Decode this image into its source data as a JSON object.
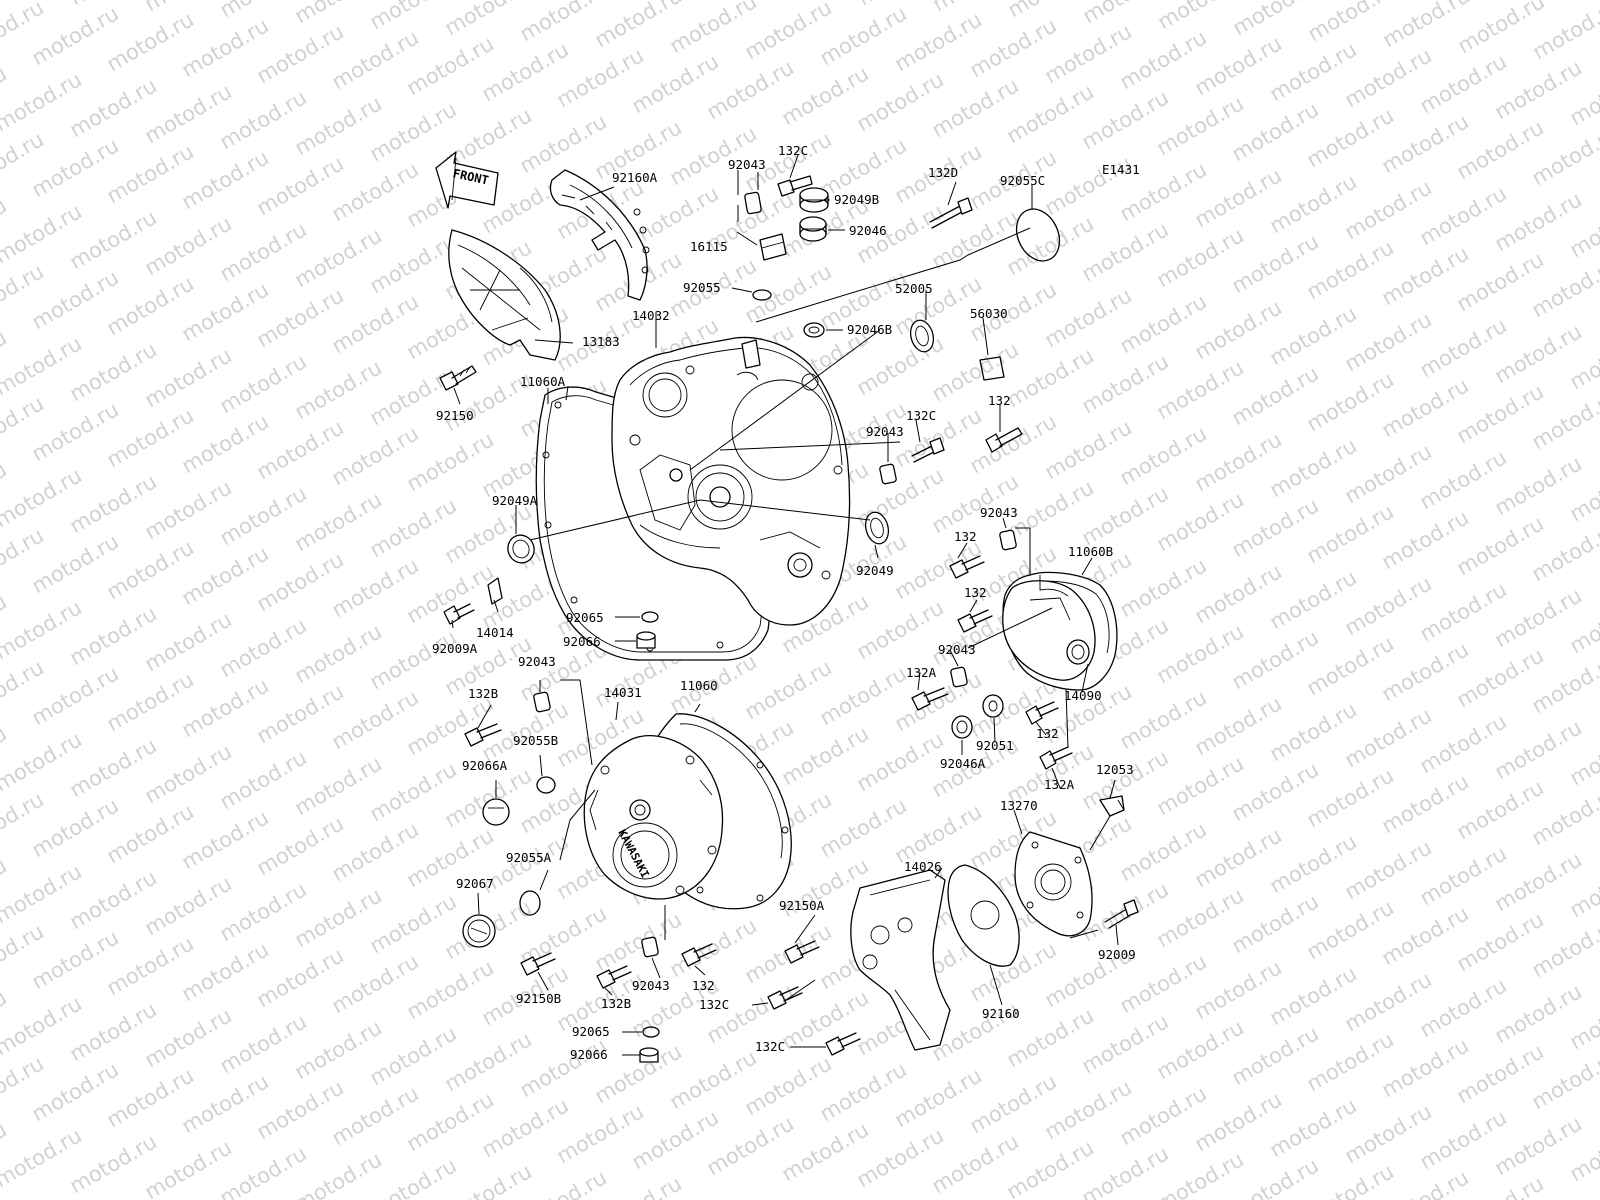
{
  "diagram": {
    "code": "E1431",
    "front_label": "FRONT",
    "watermark": "motod.ru"
  },
  "labels": {
    "l_92160A": "92160A",
    "l_92043_a": "92043",
    "l_132C_a": "132C",
    "l_92049B": "92049B",
    "l_132D": "132D",
    "l_92055C": "92055C",
    "l_92046": "92046",
    "l_16115": "16115",
    "l_92055": "92055",
    "l_52005": "52005",
    "l_14032": "14032",
    "l_92046B": "92046B",
    "l_56030": "56030",
    "l_13183": "13183",
    "l_92150": "92150",
    "l_11060A": "11060A",
    "l_132C_b": "132C",
    "l_92043_b": "92043",
    "l_132_a": "132",
    "l_92049A": "92049A",
    "l_92049": "92049",
    "l_92043_c": "92043",
    "l_11060B": "11060B",
    "l_132_b": "132",
    "l_132_c": "132",
    "l_14014": "14014",
    "l_92009A": "92009A",
    "l_92065_a": "92065",
    "l_92066_a": "92066",
    "l_92043_d": "92043",
    "l_132A_a": "132A",
    "l_14090": "14090",
    "l_92043_e": "92043",
    "l_14031": "14031",
    "l_11060": "11060",
    "l_132B_a": "132B",
    "l_92055B": "92055B",
    "l_92051": "92051",
    "l_132_d": "132",
    "l_92046A": "92046A",
    "l_132A_b": "132A",
    "l_12053": "12053",
    "l_92066A": "92066A",
    "l_13270": "13270",
    "l_92055A": "92055A",
    "l_14026": "14026",
    "l_92067": "92067",
    "l_92150A": "92150A",
    "l_92009": "92009",
    "l_92150B": "92150B",
    "l_132B_b": "132B",
    "l_92043_f": "92043",
    "l_132_e": "132",
    "l_132C_c": "132C",
    "l_92160": "92160",
    "l_92065_b": "92065",
    "l_132C_d": "132C",
    "l_92066_b": "92066"
  }
}
